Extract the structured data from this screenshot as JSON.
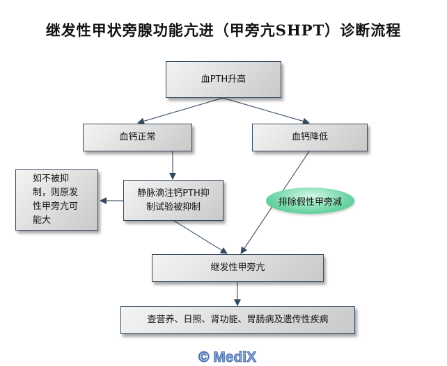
{
  "title": "继发性甲状旁腺功能亢进（甲旁亢SHPT）诊断流程",
  "nodes": {
    "pth_high": "血PTH升高",
    "ca_normal": "血钙正常",
    "ca_low": "血钙降低",
    "not_suppressed": "如不被抑制，则原发性甲旁亢可能大",
    "iv_test": "静脉滴注钙PTH抑制试验被抑制",
    "exclude": "排除假性甲旁减",
    "secondary": "继发性甲旁亢",
    "check": "查营养、日照、肾功能、胃肠病及遗传性疾病"
  },
  "watermark": "© MediX"
}
